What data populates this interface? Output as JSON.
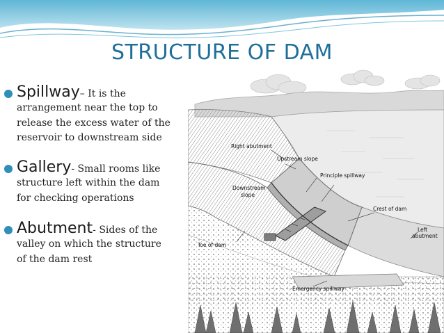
{
  "slide": {
    "title": "STRUCTURE  OF  DAM",
    "bullets": [
      {
        "term": "Spillway",
        "separator": "– ",
        "desc_first": "It is the",
        "desc_lines": [
          "arrangement near the top to",
          "release the excess water of the",
          "reservoir to downstream side"
        ]
      },
      {
        "term": "Gallery",
        "separator": "- ",
        "desc_first": "Small rooms like",
        "desc_lines": [
          "structure left within the dam",
          "for checking operations"
        ]
      },
      {
        "term": "Abutment",
        "separator": "- ",
        "desc_first": "Sides of the",
        "desc_lines": [
          "valley on which the structure",
          "of the dam rest"
        ]
      }
    ],
    "accent_color": "#2f8fb8",
    "title_color": "#1f6f9b"
  },
  "diagram_labels": {
    "right_abutment": "Right abutment",
    "upstream_slope": "Upstream slope",
    "principle_spillway": "Principle spillway",
    "downstream": "Downstream",
    "slope": "slope",
    "crest_of_dam": "Crest of dam",
    "left": "Left",
    "abutment": "abutment",
    "toe_of_dam": "Toe of dam",
    "emergency_spillway": "Emergency spillway"
  }
}
